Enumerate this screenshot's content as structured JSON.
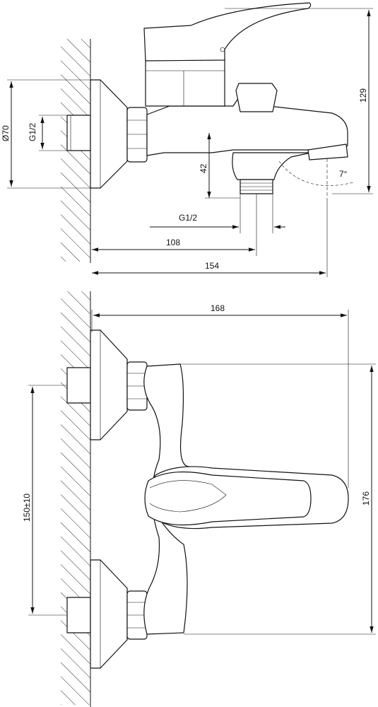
{
  "side_view": {
    "dims": {
      "height_top": "129",
      "flange_diameter": "Ø70",
      "inlet_thread": "G1/2",
      "spout_height": "42",
      "outlet_thread": "G1/2",
      "outlet_distance": "108",
      "total_depth": "154",
      "spout_angle": "7°"
    }
  },
  "top_view": {
    "dims": {
      "total_width": "168",
      "center_distance": "150±10",
      "total_length": "176"
    }
  }
}
